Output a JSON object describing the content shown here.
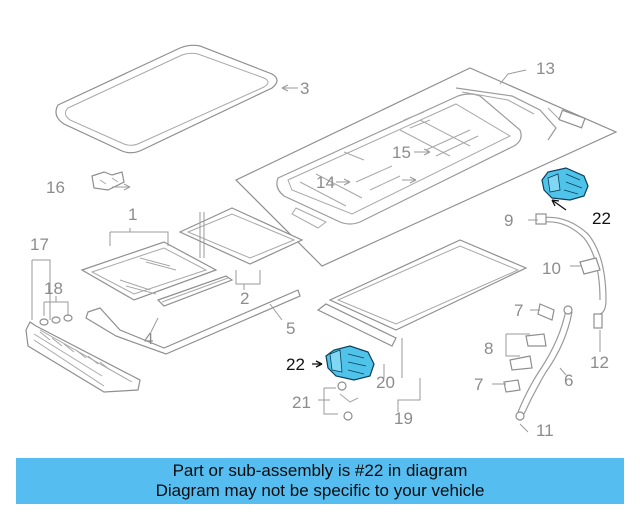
{
  "diagram": {
    "callouts": {
      "c1": "1",
      "c2": "2",
      "c3": "3",
      "c4": "4",
      "c5": "5",
      "c6": "6",
      "c7a": "7",
      "c7b": "7",
      "c8": "8",
      "c9": "9",
      "c10": "10",
      "c11": "11",
      "c12": "12",
      "c13": "13",
      "c14": "14",
      "c15": "15",
      "c16": "16",
      "c17": "17",
      "c18": "18",
      "c19": "19",
      "c20": "20",
      "c21": "21",
      "c22a": "22",
      "c22b": "22"
    },
    "highlight_color": "#4fc3ea"
  },
  "banner": {
    "line1": "Part or sub-assembly is #22 in diagram",
    "line2": "Diagram may not be specific to your vehicle",
    "background": "#55bdf0"
  }
}
